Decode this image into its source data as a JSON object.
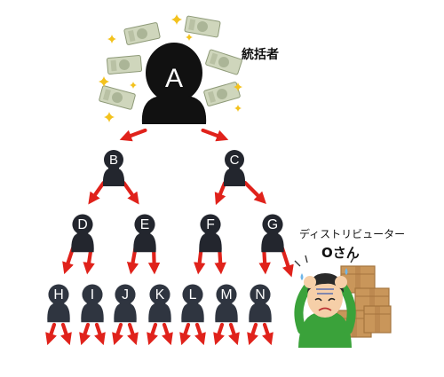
{
  "labels": {
    "top": "統括者",
    "distributor_title": "ディストリビューター",
    "distributor_name": "Oさん"
  },
  "nodes": [
    {
      "id": "A",
      "letter": "A",
      "level": 0,
      "children": [
        "B",
        "C"
      ]
    },
    {
      "id": "B",
      "letter": "B",
      "level": 1,
      "children": [
        "D",
        "E"
      ]
    },
    {
      "id": "C",
      "letter": "C",
      "level": 1,
      "children": [
        "F",
        "G"
      ]
    },
    {
      "id": "D",
      "letter": "D",
      "level": 2,
      "children": [
        "H",
        "I"
      ]
    },
    {
      "id": "E",
      "letter": "E",
      "level": 2,
      "children": [
        "J",
        "K"
      ]
    },
    {
      "id": "F",
      "letter": "F",
      "level": 2,
      "children": [
        "L",
        "M"
      ]
    },
    {
      "id": "G",
      "letter": "G",
      "level": 2,
      "children": [
        "N",
        "O"
      ]
    },
    {
      "id": "H",
      "letter": "H",
      "level": 3,
      "children": []
    },
    {
      "id": "I",
      "letter": "I",
      "level": 3,
      "children": []
    },
    {
      "id": "J",
      "letter": "J",
      "level": 3,
      "children": []
    },
    {
      "id": "K",
      "letter": "K",
      "level": 3,
      "children": []
    },
    {
      "id": "L",
      "letter": "L",
      "level": 3,
      "children": []
    },
    {
      "id": "M",
      "letter": "M",
      "level": 3,
      "children": []
    },
    {
      "id": "N",
      "letter": "N",
      "level": 3,
      "children": []
    }
  ],
  "colors": {
    "top_node": "#111111",
    "mid_node": "#23262e",
    "low_node": "#2f3540",
    "arrow": "#e0221b",
    "money": "#cfd6bc",
    "money_dark": "#8e9a78",
    "sparkle": "#f3c21d",
    "box": "#c9965a",
    "box_dark": "#a5743e",
    "skin": "#f6cfa8",
    "shirt": "#3aa23a"
  },
  "icons": [
    "money-bill-icon",
    "sparkle-icon",
    "cardboard-box-icon",
    "worried-person-icon"
  ]
}
